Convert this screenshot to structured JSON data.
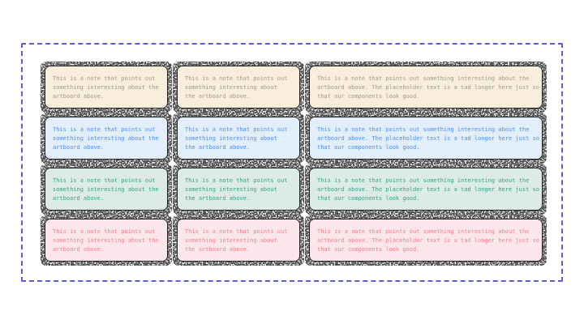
{
  "colors": {
    "selection_border": "#5b5bd6",
    "card_border": "#202020",
    "canvas_background": "#ffffff",
    "speckle_shadow": "#3a3a3a",
    "row_tan_bg": "#f8eedb",
    "row_tan_fg": "#9f998b",
    "row_blue_bg": "#e3eefb",
    "row_blue_fg": "#4a90e8",
    "row_green_bg": "#dcebe5",
    "row_green_fg": "#36a38b",
    "row_red_bg": "#fbe7eb",
    "row_red_fg": "#f2808f"
  },
  "grid": {
    "rows": [
      {
        "color_name": "tan",
        "bg": "#f8eedb",
        "fg": "#9f998b",
        "cells": [
          {
            "text": "This is a note that points out\nsomething interesting about the\nartboard above."
          },
          {
            "text": "This is a note that points out\nsomething interesting about\nthe artboard above."
          },
          {
            "text": "This is a note that points out something interesting about the\nartboard above. The placeholder text is a tad longer here just so\nthat our components look good."
          }
        ]
      },
      {
        "color_name": "blue",
        "bg": "#e3eefb",
        "fg": "#4a90e8",
        "cells": [
          {
            "text": "This is a note that points out\nsomething interesting about the\nartboard above."
          },
          {
            "text": "This is a note that points out\nsomething interesting about\nthe artboard above."
          },
          {
            "text": "This is a note that points out something interesting about the\nartboard above. The placeholder text is a tad longer here just so\nthat our components look good."
          }
        ]
      },
      {
        "color_name": "green",
        "bg": "#dcebe5",
        "fg": "#36a38b",
        "cells": [
          {
            "text": "This is a note that points out\nsomething interesting about the\nartboard above."
          },
          {
            "text": "This is a note that points out\nsomething interesting about\nthe artboard above."
          },
          {
            "text": "This is a note that points out something interesting about the\nartboard above. The placeholder text is a tad longer here just so\nthat our components look good."
          }
        ]
      },
      {
        "color_name": "red",
        "bg": "#fbe7eb",
        "fg": "#f2808f",
        "cells": [
          {
            "text": "This is a note that points out\nsomething interesting about the\nartboard above."
          },
          {
            "text": "This is a note that points out\nsomething interesting about\nthe artboard above."
          },
          {
            "text": "This is a note that points out something interesting about the\nartboard above. The placeholder text is a tad longer here just so\nthat our components look good."
          }
        ]
      }
    ]
  }
}
